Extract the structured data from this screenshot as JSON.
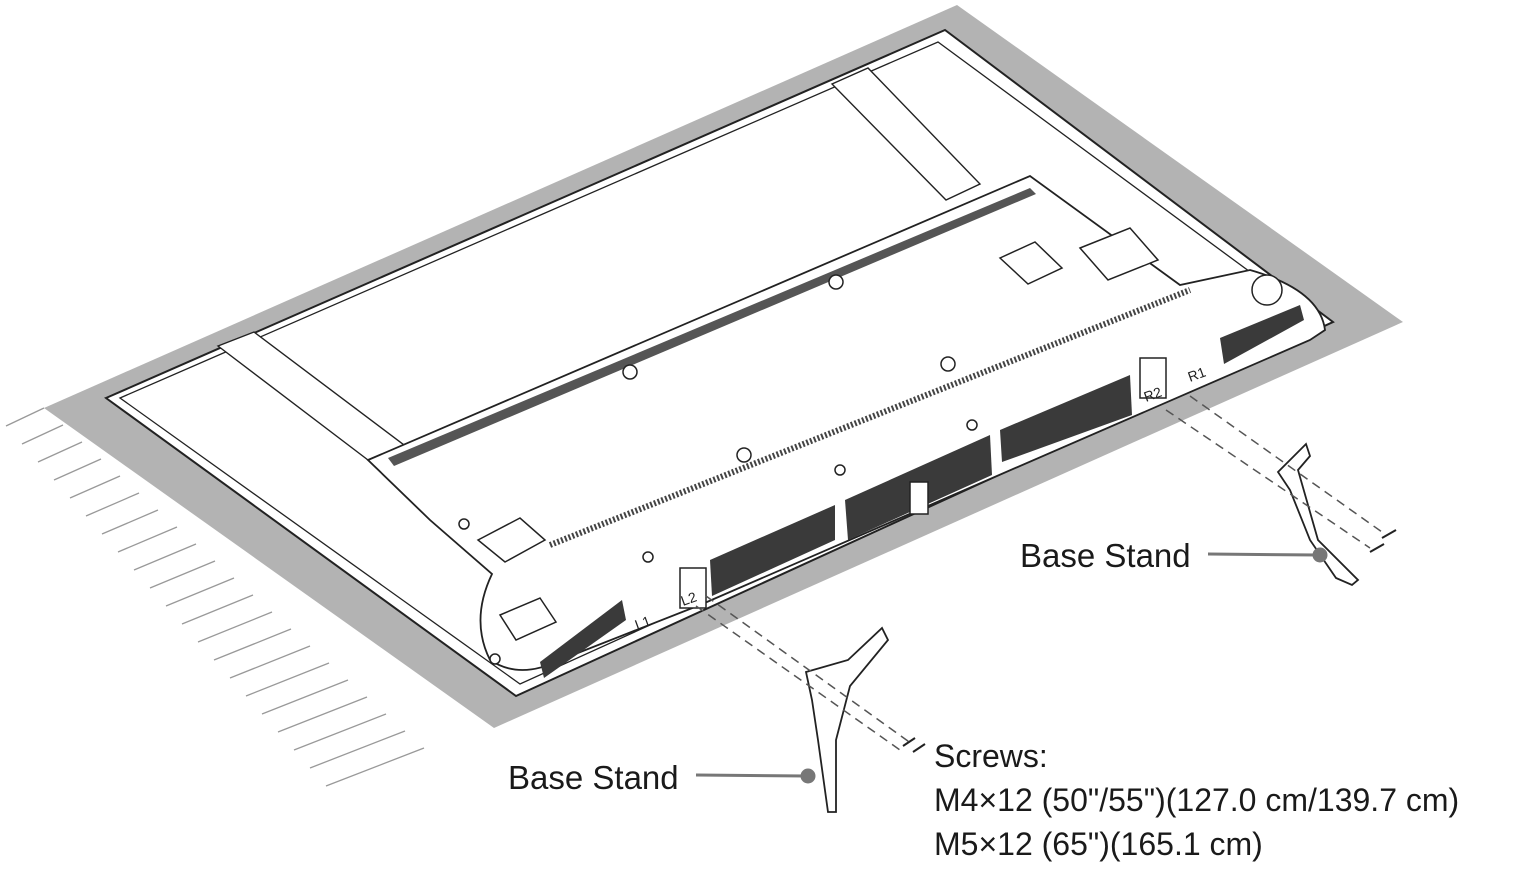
{
  "labels": {
    "base_stand_right": "Base Stand",
    "base_stand_left": "Base Stand",
    "screws_title": "Screws:",
    "screws_spec_1": "M4×12 (50\"/55\")(127.0 cm/139.7 cm)",
    "screws_spec_2": "M5×12 (65\")(165.1 cm)"
  },
  "stand_markings": {
    "left_stand_1": "L1",
    "left_stand_2": "L2",
    "right_stand_1": "R1",
    "right_stand_2": "R2"
  },
  "colors": {
    "table_surface": "#b3b3b3",
    "line": "#222222",
    "leader": "#777777",
    "background": "#ffffff"
  }
}
